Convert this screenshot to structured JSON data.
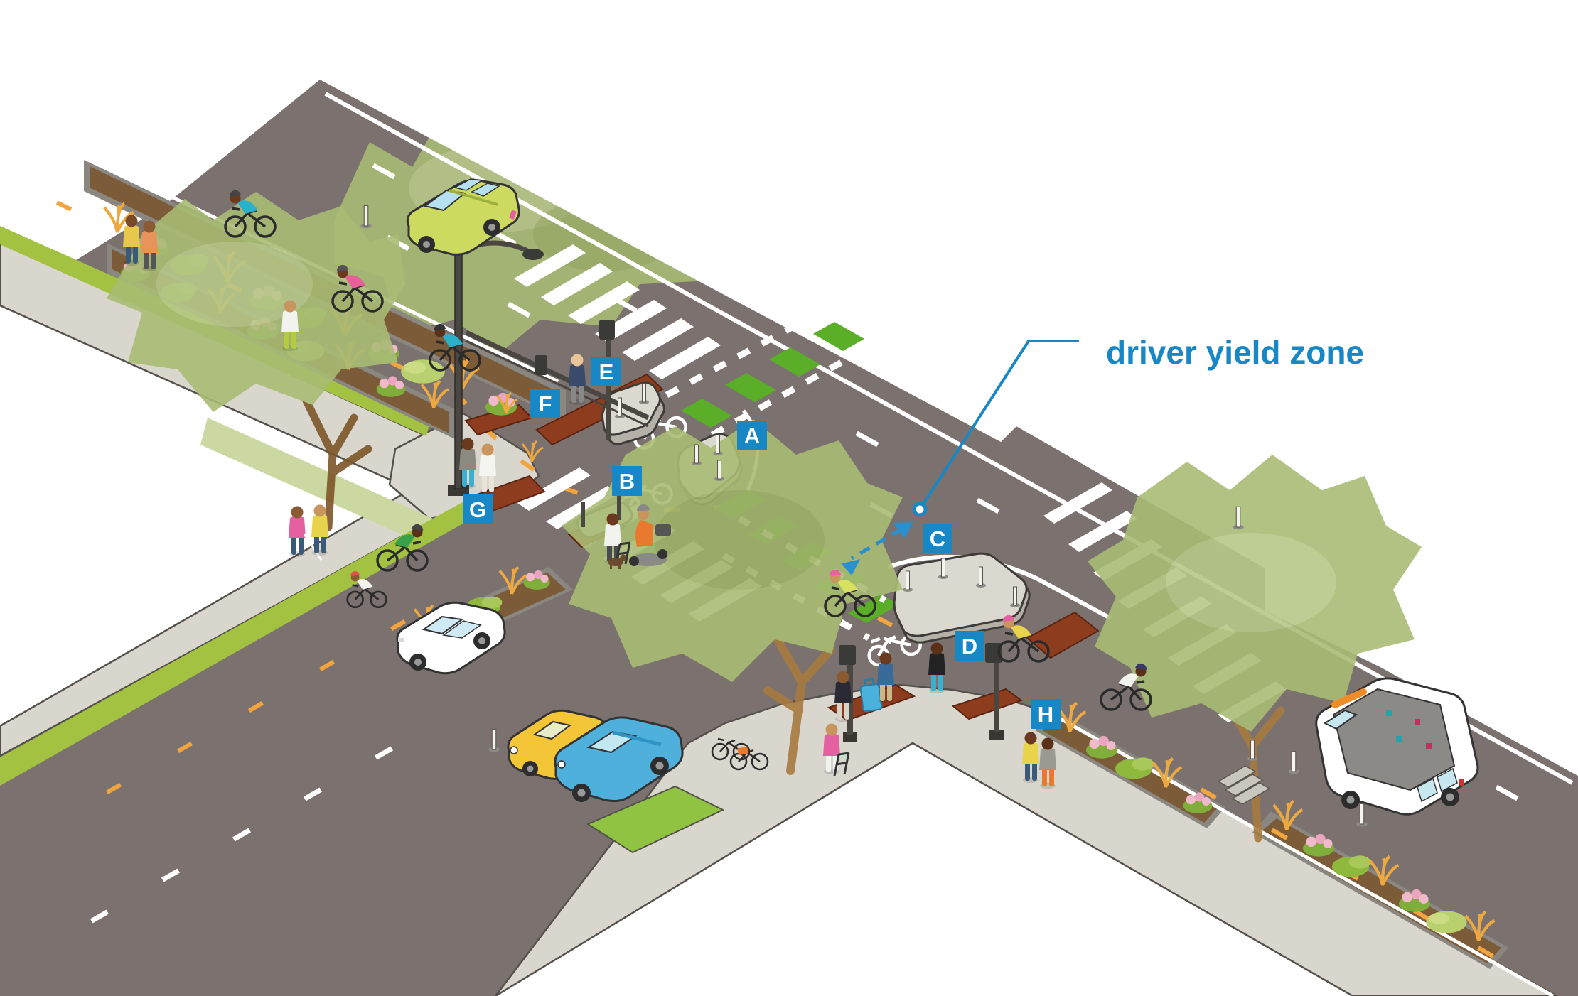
{
  "annotation": {
    "text": "driver yield zone"
  },
  "labels": [
    "A",
    "B",
    "C",
    "D",
    "E",
    "F",
    "G",
    "H"
  ],
  "colors": {
    "accent_blue": "#1787c5",
    "road": "#7b7270",
    "sidewalk": "#d9d6cd",
    "island_gray": "#dbd8d0",
    "crossing_green": "#5aae28",
    "bike_ramp_terracotta": "#8e3c1e",
    "grass_green": "#a3c241",
    "lawn_green": "#cbd8a2",
    "marking_orange": "#f2a43e",
    "crosswalk_white": "#ffffff",
    "tree_canopy": "#a9bc74"
  }
}
